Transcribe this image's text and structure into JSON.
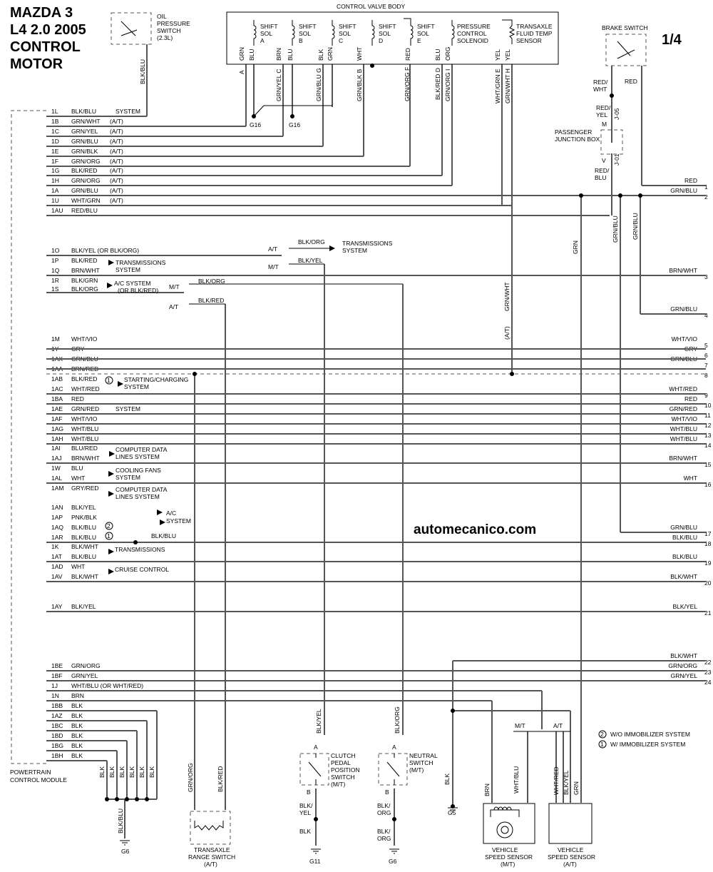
{
  "title": [
    "MAZDA 3",
    "L4 2.0 2005",
    "CONTROL",
    "MOTOR"
  ],
  "page_number": "1/4",
  "watermark": "automecanico.com",
  "module_label": [
    "POWERTRAIN",
    "CONTROL MODULE"
  ],
  "components": {
    "oil_pressure_switch": [
      "OIL",
      "PRESSURE",
      "SWITCH",
      "(2.3L)"
    ],
    "control_valve_body": "CONTROL VALVE BODY",
    "shift_sol_a": [
      "SHIFT",
      "SOL",
      "A"
    ],
    "shift_sol_b": [
      "SHIFT",
      "SOL",
      "B"
    ],
    "shift_sol_c": [
      "SHIFT",
      "SOL",
      "C"
    ],
    "shift_sol_d": [
      "SHIFT",
      "SOL",
      "D"
    ],
    "shift_sol_e": [
      "SHIFT",
      "SOL",
      "E"
    ],
    "pressure_control": [
      "PRESSURE",
      "CONTROL",
      "SOLENOID"
    ],
    "fluid_temp": [
      "TRANSAXLE",
      "FLUID TEMP",
      "SENSOR"
    ],
    "brake_switch": "BRAKE SWITCH",
    "junction_box": [
      "PASSENGER",
      "JUNCTION BOX"
    ],
    "clutch_switch": [
      "CLUTCH",
      "PEDAL",
      "POSITION",
      "SWITCH",
      "(M/T)"
    ],
    "neutral_switch": [
      "NEUTRAL",
      "SWITCH",
      "(M/T)"
    ],
    "range_switch": [
      "TRANSAXLE",
      "RANGE SWITCH",
      "(A/T)"
    ],
    "vss_mt": [
      "VEHICLE",
      "SPEED SENSOR",
      "(M/T)"
    ],
    "vss_at": [
      "VEHICLE",
      "SPEED SENSOR",
      "(A/T)"
    ]
  },
  "legend": [
    {
      "num": "2",
      "text": "W/O IMMOBILIZER SYSTEM"
    },
    {
      "num": "1",
      "text": "W/ IMMOBILIZER SYSTEM"
    }
  ],
  "pins": [
    {
      "pin": "1L",
      "wire": "BLK/BLU",
      "note": "SYSTEM"
    },
    {
      "pin": "1B",
      "wire": "GRN/WHT",
      "note": "(A/T)"
    },
    {
      "pin": "1C",
      "wire": "GRN/YEL",
      "note": "(A/T)"
    },
    {
      "pin": "1D",
      "wire": "GRN/BLU",
      "note": "(A/T)"
    },
    {
      "pin": "1E",
      "wire": "GRN/BLK",
      "note": "(A/T)"
    },
    {
      "pin": "1F",
      "wire": "GRN/ORG",
      "note": "(A/T)"
    },
    {
      "pin": "1G",
      "wire": "BLK/RED",
      "note": "(A/T)"
    },
    {
      "pin": "1H",
      "wire": "GRN/ORG",
      "note": "(A/T)"
    },
    {
      "pin": "1A",
      "wire": "GRN/BLU",
      "note": "(A/T)"
    },
    {
      "pin": "1U",
      "wire": "WHT/GRN",
      "note": "(A/T)"
    },
    {
      "pin": "1AU",
      "wire": "RED/BLU",
      "note": ""
    },
    {
      "pin": "1O",
      "wire": "BLK/YEL (OR BLK/ORG)",
      "note": ""
    },
    {
      "pin": "1P",
      "wire": "BLK/RED",
      "note": ""
    },
    {
      "pin": "1Q",
      "wire": "BRN/WHT",
      "note": ""
    },
    {
      "pin": "1R",
      "wire": "BLK/GRN",
      "note": ""
    },
    {
      "pin": "1S",
      "wire": "BLK/ORG",
      "note": ""
    },
    {
      "pin": "1M",
      "wire": "WHT/VIO",
      "note": ""
    },
    {
      "pin": "1Y",
      "wire": "GRY",
      "note": ""
    },
    {
      "pin": "1AX",
      "wire": "GRN/BLU",
      "note": ""
    },
    {
      "pin": "1AA",
      "wire": "BRN/RED",
      "note": ""
    },
    {
      "pin": "1AB",
      "wire": "BLK/RED",
      "note": ""
    },
    {
      "pin": "1AC",
      "wire": "WHT/RED",
      "note": ""
    },
    {
      "pin": "1BA",
      "wire": "RED",
      "note": ""
    },
    {
      "pin": "1AE",
      "wire": "GRN/RED",
      "note": "SYSTEM"
    },
    {
      "pin": "1AF",
      "wire": "WHT/VIO",
      "note": ""
    },
    {
      "pin": "1AG",
      "wire": "WHT/BLU",
      "note": ""
    },
    {
      "pin": "1AH",
      "wire": "WHT/BLU",
      "note": ""
    },
    {
      "pin": "1AI",
      "wire": "BLU/RED",
      "note": ""
    },
    {
      "pin": "1AJ",
      "wire": "BRN/WHT",
      "note": ""
    },
    {
      "pin": "1W",
      "wire": "BLU",
      "note": ""
    },
    {
      "pin": "1AL",
      "wire": "WHT",
      "note": ""
    },
    {
      "pin": "1AM",
      "wire": "GRY/RED",
      "note": ""
    },
    {
      "pin": "1AN",
      "wire": "BLK/YEL",
      "note": ""
    },
    {
      "pin": "1AP",
      "wire": "PNK/BLK",
      "note": ""
    },
    {
      "pin": "1AQ",
      "wire": "BLK/BLU",
      "note": ""
    },
    {
      "pin": "1AR",
      "wire": "BLK/BLU",
      "note": ""
    },
    {
      "pin": "1K",
      "wire": "BLK/WHT",
      "note": ""
    },
    {
      "pin": "1AT",
      "wire": "BLK/BLU",
      "note": ""
    },
    {
      "pin": "1AD",
      "wire": "WHT",
      "note": ""
    },
    {
      "pin": "1AV",
      "wire": "BLK/WHT",
      "note": ""
    },
    {
      "pin": "1AY",
      "wire": "BLK/YEL",
      "note": ""
    },
    {
      "pin": "1BE",
      "wire": "GRN/ORG",
      "note": ""
    },
    {
      "pin": "1BF",
      "wire": "GRN/YEL",
      "note": ""
    },
    {
      "pin": "1J",
      "wire": "WHT/BLU (OR WHT/RED)",
      "note": ""
    },
    {
      "pin": "1N",
      "wire": "BRN",
      "note": ""
    },
    {
      "pin": "1BB",
      "wire": "BLK",
      "note": ""
    },
    {
      "pin": "1AZ",
      "wire": "BLK",
      "note": ""
    },
    {
      "pin": "1BC",
      "wire": "BLK",
      "note": ""
    },
    {
      "pin": "1BD",
      "wire": "BLK",
      "note": ""
    },
    {
      "pin": "1BG",
      "wire": "BLK",
      "note": ""
    },
    {
      "pin": "1BH",
      "wire": "BLK",
      "note": ""
    }
  ],
  "right_refs": [
    {
      "num": "1",
      "wire": "RED"
    },
    {
      "num": "2",
      "wire": "GRN/BLU"
    },
    {
      "num": "3",
      "wire": "BRN/WHT"
    },
    {
      "num": "4",
      "wire": "GRN/BLU"
    },
    {
      "num": "5",
      "wire": "WHT/VIO"
    },
    {
      "num": "6",
      "wire": "GRY"
    },
    {
      "num": "7",
      "wire": "GRN/BLU"
    },
    {
      "num": "8",
      "wire": ""
    },
    {
      "num": "9",
      "wire": "WHT/RED"
    },
    {
      "num": "10",
      "wire": "RED"
    },
    {
      "num": "11",
      "wire": "GRN/RED"
    },
    {
      "num": "12",
      "wire": "WHT/VIO"
    },
    {
      "num": "13",
      "wire": "WHT/BLU"
    },
    {
      "num": "14",
      "wire": "WHT/BLU"
    },
    {
      "num": "15",
      "wire": "BRN/WHT"
    },
    {
      "num": "16",
      "wire": "WHT"
    },
    {
      "num": "17",
      "wire": "GRN/BLU"
    },
    {
      "num": "18",
      "wire": "BLK/BLU"
    },
    {
      "num": "19",
      "wire": "BLK/BLU"
    },
    {
      "num": "20",
      "wire": "BLK/WHT"
    },
    {
      "num": "21",
      "wire": "BLK/YEL"
    },
    {
      "num": "22",
      "wire": "BLK/WHT"
    },
    {
      "num": "23",
      "wire": "GRN/ORG"
    },
    {
      "num": "24",
      "wire": "GRN/YEL"
    }
  ],
  "system_labels": {
    "trans1": [
      "TRANSMISSIONS",
      "SYSTEM"
    ],
    "trans2": [
      "TRANSMISSIONS",
      "SYSTEM"
    ],
    "ac1": [
      "A/C SYSTEM",
      "(OR BLK/RED)"
    ],
    "starting": [
      "STARTING/CHARGING",
      "SYSTEM"
    ],
    "comp1": [
      "COMPUTER DATA",
      "LINES SYSTEM"
    ],
    "cooling": [
      "COOLING FANS",
      "SYSTEM"
    ],
    "comp2": [
      "COMPUTER DATA",
      "LINES SYSTEM"
    ],
    "ac2": [
      "A/C",
      "SYSTEM"
    ],
    "trans3": "TRANSMISSIONS",
    "cruise": "CRUISE CONTROL"
  },
  "misc": {
    "at": "A/T",
    "mt": "M/T",
    "at_paren": "(A/T)",
    "blk_org": "BLK/ORG",
    "blk_yel": "BLK/YEL",
    "blk_red": "BLK/RED",
    "blk_blu": "BLK/BLU",
    "blk_slash": "BLK/",
    "yel": "YEL",
    "org": "ORG",
    "blk": "BLK",
    "grn": "GRN",
    "brn": "BRN",
    "red": "RED",
    "red_wht": [
      "RED/",
      "WHT"
    ],
    "red_yel": [
      "RED/",
      "YEL"
    ],
    "red_blu": [
      "RED/",
      "BLU"
    ],
    "grn_blu": "GRN/BLU",
    "grn_wht": "GRN/WHT",
    "grn_org": "GRN/ORG",
    "wht_blu": "WHT/BLU",
    "wht_red": "WHT/RED",
    "blk_yel_v": "BLK/YEL",
    "m": "M",
    "v": "V",
    "j05": "J-05",
    "j01": "J-01",
    "a": "A",
    "b": "B",
    "g16": "G16",
    "g6": "G6",
    "g11": "G11",
    "g5": "G5"
  },
  "valve_wires": {
    "a": [
      "GRN",
      "BLU",
      "A"
    ],
    "b": [
      "BRN",
      "BLU",
      "GRN/YEL C"
    ],
    "c": [
      "BLK",
      "GRN",
      "GRN/BLU G"
    ],
    "d": [
      "WHT",
      "GRN/BLK B"
    ],
    "e": [
      "RED",
      "GRN/ORG F"
    ],
    "pcs": [
      "BLU",
      "ORG",
      "BLK/RED D",
      "GRN/ORG I"
    ],
    "ft": [
      "YEL",
      "YEL",
      "WHT/GRN E",
      "GRN/WHT H"
    ]
  }
}
